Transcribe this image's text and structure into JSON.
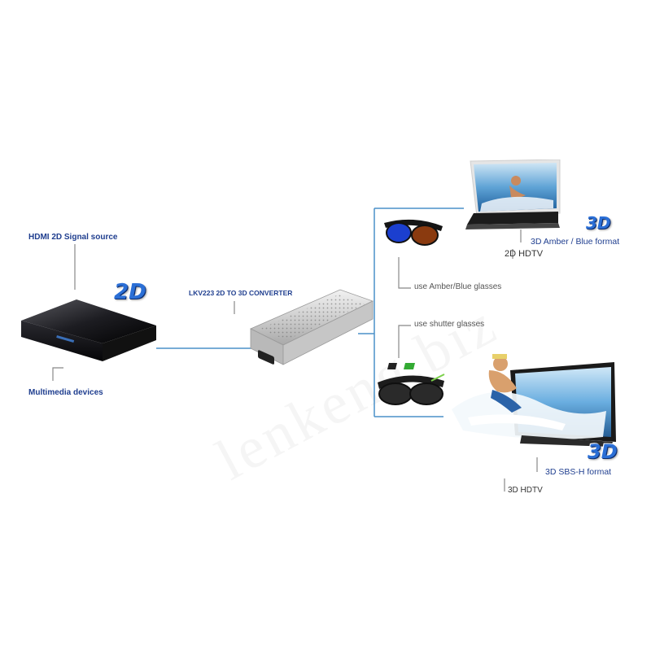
{
  "source": {
    "signal_label": "HDMI  2D Signal source",
    "devices_label": "Multimedia devices",
    "badge": "2D"
  },
  "converter": {
    "label": "LKV223 2D TO 3D CONVERTER"
  },
  "outputs": {
    "top": {
      "glasses_label": "use Amber/Blue glasses",
      "format_label": "3D Amber / Blue format",
      "tv_label": "2D HDTV",
      "badge": "3D"
    },
    "bottom": {
      "glasses_label": "use shutter glasses",
      "format_label": "3D SBS-H format",
      "tv_label": "3D HDTV",
      "badge": "3D"
    }
  },
  "watermark": "lenkeng.biz",
  "colors": {
    "connector": "#4a90c8",
    "label_blue": "#1f3e8f",
    "badge_blue": "#2b6fd6"
  }
}
